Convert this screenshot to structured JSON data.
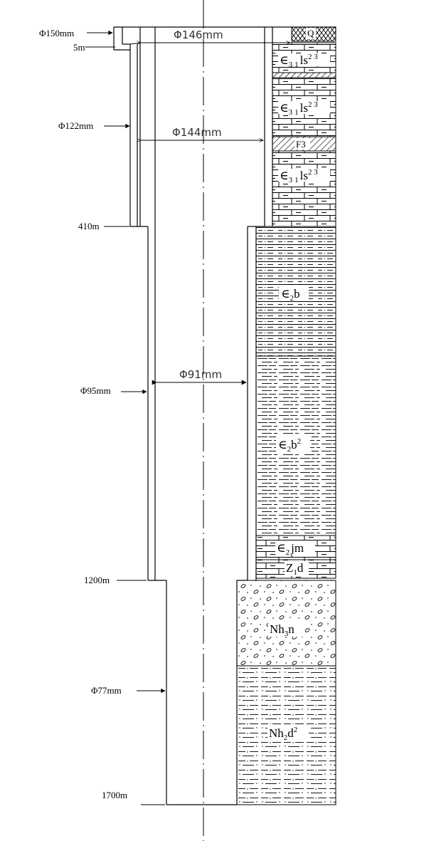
{
  "depth_labels": {
    "d5": "5m",
    "d410": "410m",
    "d1200": "1200m",
    "d1700": "1700m"
  },
  "hole_diameters": {
    "phi150": "Φ150mm",
    "phi122": "Φ122mm",
    "phi95": "Φ95mm",
    "phi77": "Φ77mm"
  },
  "casing_diameters": {
    "c146": "Φ146mm",
    "c144": "Φ144mm",
    "c91": "Φ91mm"
  },
  "strata": {
    "q": "Q",
    "lsA": {
      "main": "∈",
      "sub1": "3",
      "sub2": "1",
      "txt": "ls",
      "sup": "2 3"
    },
    "lsB": {
      "main": "∈",
      "sub1": "3",
      "sub2": "1",
      "txt": "ls",
      "sup": "2 3"
    },
    "fault": "F3",
    "lsC": {
      "main": "∈",
      "sub1": "3",
      "sub2": "1",
      "txt": "ls",
      "sup": "2 3"
    },
    "b": {
      "main": "∈",
      "sub": "2",
      "txt": "b"
    },
    "b2": {
      "main": "∈",
      "sub": "2",
      "txt": "b",
      "sup": "2"
    },
    "jm": {
      "main": "∈",
      "sub": "2",
      "txt": "jm"
    },
    "z1d": {
      "main": "Z",
      "sub": "1",
      "txt": "d"
    },
    "nh3n": {
      "main": "Nh",
      "sub": "3",
      "txt": "n"
    },
    "nh2d2": {
      "main": "Nh",
      "sub": "2",
      "txt": "d",
      "sup": "2"
    }
  }
}
